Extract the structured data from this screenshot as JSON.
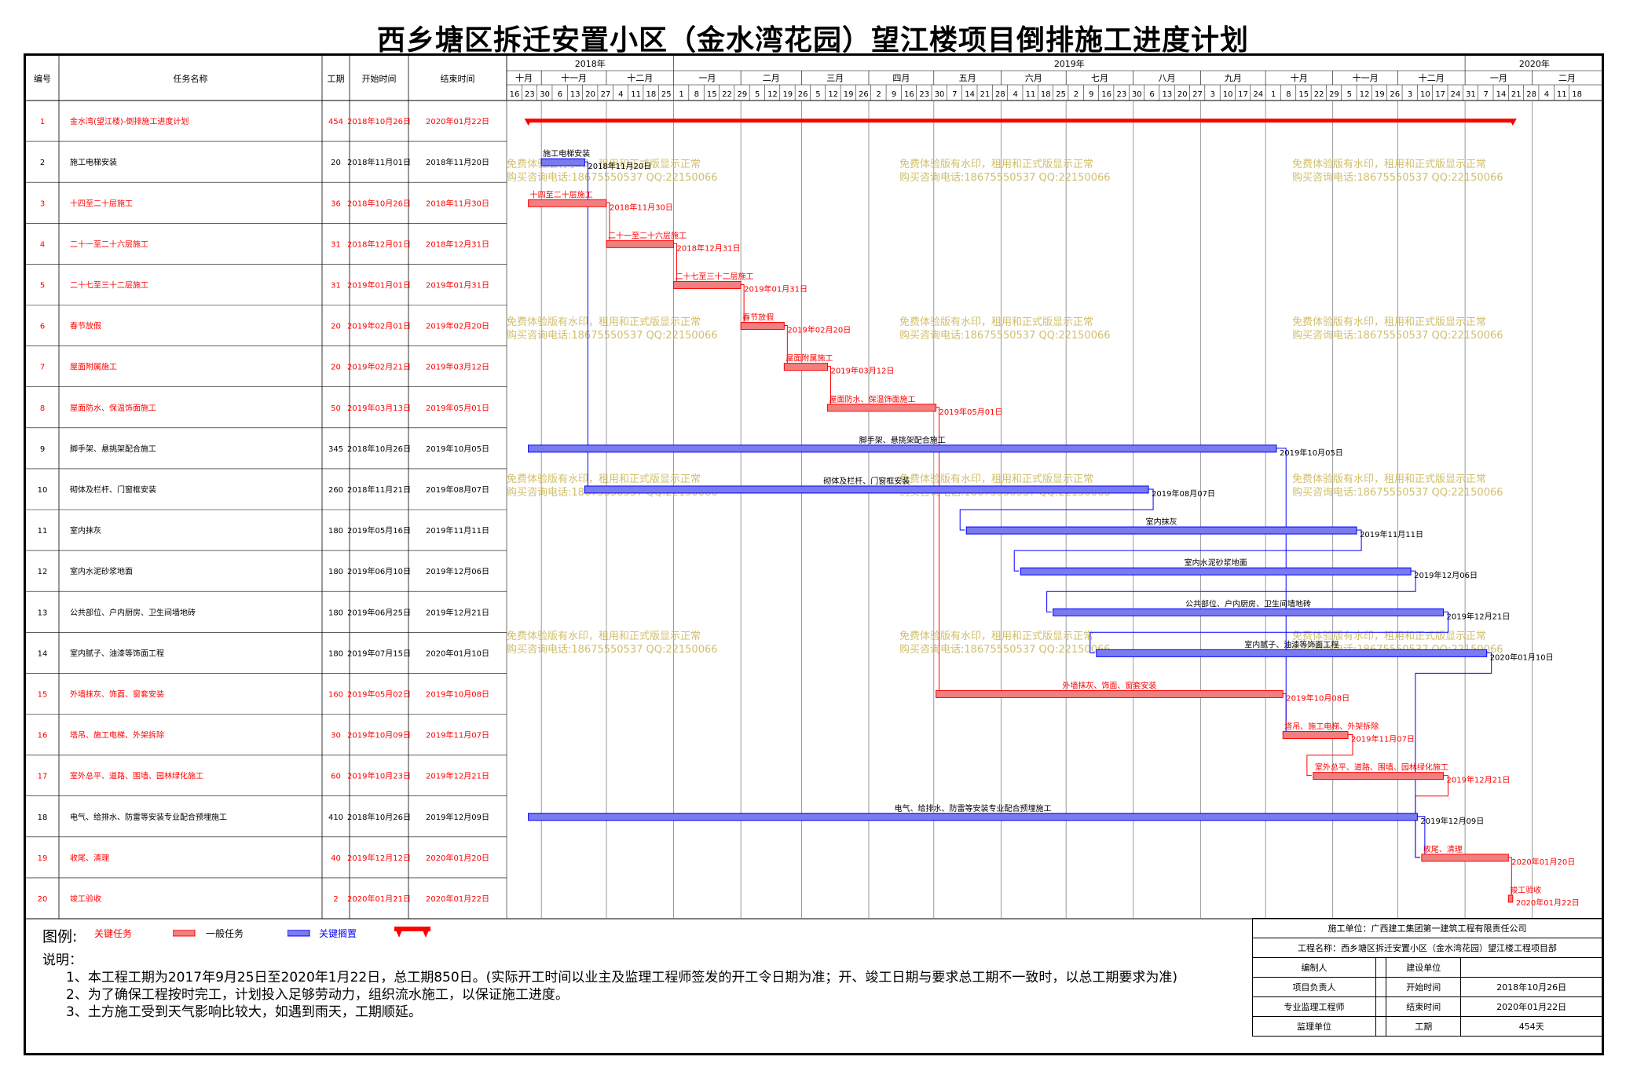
{
  "title": "西乡塘区拆迁安置小区（金水湾花园）望江楼项目倒排施工进度计划",
  "chart_data": {
    "type": "gantt",
    "columns": {
      "id": "编号",
      "name": "任务名称",
      "duration": "工期",
      "start": "开始时间",
      "end": "结束时间"
    },
    "timeline": {
      "start": "2018-10-16",
      "end": "2020-03-04",
      "years": [
        {
          "label": "2018年",
          "from": "2018-10-16",
          "to": "2018-12-31"
        },
        {
          "label": "2019年",
          "from": "2019-01-01",
          "to": "2019-12-31"
        },
        {
          "label": "2020年",
          "from": "2020-01-01",
          "to": "2020-03-04"
        }
      ],
      "months": [
        {
          "label": "十月",
          "from": "2018-10-16",
          "to": "2018-10-31"
        },
        {
          "label": "十一月",
          "from": "2018-11-01",
          "to": "2018-11-30"
        },
        {
          "label": "十二月",
          "from": "2018-12-01",
          "to": "2018-12-31"
        },
        {
          "label": "一月",
          "from": "2019-01-01",
          "to": "2019-01-31"
        },
        {
          "label": "二月",
          "from": "2019-02-01",
          "to": "2019-02-28"
        },
        {
          "label": "三月",
          "from": "2019-03-01",
          "to": "2019-03-31"
        },
        {
          "label": "四月",
          "from": "2019-04-01",
          "to": "2019-04-30"
        },
        {
          "label": "五月",
          "from": "2019-05-01",
          "to": "2019-05-31"
        },
        {
          "label": "六月",
          "from": "2019-06-01",
          "to": "2019-06-30"
        },
        {
          "label": "七月",
          "from": "2019-07-01",
          "to": "2019-07-31"
        },
        {
          "label": "八月",
          "from": "2019-08-01",
          "to": "2019-08-31"
        },
        {
          "label": "九月",
          "from": "2019-09-01",
          "to": "2019-09-30"
        },
        {
          "label": "十月",
          "from": "2019-10-01",
          "to": "2019-10-31"
        },
        {
          "label": "十一月",
          "from": "2019-11-01",
          "to": "2019-11-30"
        },
        {
          "label": "十二月",
          "from": "2019-12-01",
          "to": "2019-12-31"
        },
        {
          "label": "一月",
          "from": "2020-01-01",
          "to": "2020-01-31"
        },
        {
          "label": "二月",
          "from": "2020-02-01",
          "to": "2020-03-04"
        }
      ],
      "weeks": [
        "2018-10-16",
        "2018-10-23",
        "2018-10-30",
        "2018-11-06",
        "2018-11-13",
        "2018-11-20",
        "2018-11-27",
        "2018-12-04",
        "2018-12-11",
        "2018-12-18",
        "2018-12-25",
        "2019-01-01",
        "2019-01-08",
        "2019-01-15",
        "2019-01-22",
        "2019-01-29",
        "2019-02-05",
        "2019-02-12",
        "2019-02-19",
        "2019-02-26",
        "2019-03-05",
        "2019-03-12",
        "2019-03-19",
        "2019-03-26",
        "2019-04-02",
        "2019-04-09",
        "2019-04-16",
        "2019-04-23",
        "2019-04-30",
        "2019-05-07",
        "2019-05-14",
        "2019-05-21",
        "2019-05-28",
        "2019-06-04",
        "2019-06-11",
        "2019-06-18",
        "2019-06-25",
        "2019-07-02",
        "2019-07-09",
        "2019-07-16",
        "2019-07-23",
        "2019-07-30",
        "2019-08-06",
        "2019-08-13",
        "2019-08-20",
        "2019-08-27",
        "2019-09-03",
        "2019-09-10",
        "2019-09-17",
        "2019-09-24",
        "2019-10-01",
        "2019-10-08",
        "2019-10-15",
        "2019-10-22",
        "2019-10-29",
        "2019-11-05",
        "2019-11-12",
        "2019-11-19",
        "2019-11-26",
        "2019-12-03",
        "2019-12-10",
        "2019-12-17",
        "2019-12-24",
        "2019-12-31",
        "2020-01-07",
        "2020-01-14",
        "2020-01-21",
        "2020-01-28",
        "2020-02-04",
        "2020-02-11",
        "2020-02-18"
      ]
    },
    "tasks": [
      {
        "id": "1",
        "name": "金水湾(望江楼)-倒排施工进度计划",
        "duration": "454",
        "start": "2018年10月26日",
        "end": "2020年01月22日",
        "s": "2018-10-26",
        "e": "2020-01-22",
        "kind": "summary",
        "critical": true,
        "bar_label": "",
        "end_label": ""
      },
      {
        "id": "2",
        "name": "施工电梯安装",
        "duration": "20",
        "start": "2018年11月01日",
        "end": "2018年11月20日",
        "s": "2018-11-01",
        "e": "2018-11-20",
        "kind": "task",
        "critical": false,
        "bar_label": "施工电梯安装",
        "end_label": "2018年11月20日"
      },
      {
        "id": "3",
        "name": "十四至二十层施工",
        "duration": "36",
        "start": "2018年10月26日",
        "end": "2018年11月30日",
        "s": "2018-10-26",
        "e": "2018-11-30",
        "kind": "task",
        "critical": true,
        "bar_label": "十四至二十层施工",
        "end_label": "2018年11月30日"
      },
      {
        "id": "4",
        "name": "二十一至二十六层施工",
        "duration": "31",
        "start": "2018年12月01日",
        "end": "2018年12月31日",
        "s": "2018-12-01",
        "e": "2018-12-31",
        "kind": "task",
        "critical": true,
        "bar_label": "二十一至二十六层施工",
        "end_label": "2018年12月31日"
      },
      {
        "id": "5",
        "name": "二十七至三十二层施工",
        "duration": "31",
        "start": "2019年01月01日",
        "end": "2019年01月31日",
        "s": "2019-01-01",
        "e": "2019-01-31",
        "kind": "task",
        "critical": true,
        "bar_label": "二十七至三十二层施工",
        "end_label": "2019年01月31日"
      },
      {
        "id": "6",
        "name": "春节放假",
        "duration": "20",
        "start": "2019年02月01日",
        "end": "2019年02月20日",
        "s": "2019-02-01",
        "e": "2019-02-20",
        "kind": "task",
        "critical": true,
        "bar_label": "春节放假",
        "end_label": "2019年02月20日"
      },
      {
        "id": "7",
        "name": "屋面附属施工",
        "duration": "20",
        "start": "2019年02月21日",
        "end": "2019年03月12日",
        "s": "2019-02-21",
        "e": "2019-03-12",
        "kind": "task",
        "critical": true,
        "bar_label": "屋面附属施工",
        "end_label": "2019年03月12日"
      },
      {
        "id": "8",
        "name": "屋面防水、保温饰面施工",
        "duration": "50",
        "start": "2019年03月13日",
        "end": "2019年05月01日",
        "s": "2019-03-13",
        "e": "2019-05-01",
        "kind": "task",
        "critical": true,
        "bar_label": "屋面防水、保温饰面施工",
        "end_label": "2019年05月01日"
      },
      {
        "id": "9",
        "name": "脚手架、悬挑架配合施工",
        "duration": "345",
        "start": "2018年10月26日",
        "end": "2019年10月05日",
        "s": "2018-10-26",
        "e": "2019-10-05",
        "kind": "task",
        "critical": false,
        "bar_label": "脚手架、悬挑架配合施工",
        "end_label": "2019年10月05日"
      },
      {
        "id": "10",
        "name": "砌体及栏杆、门窗框安装",
        "duration": "260",
        "start": "2018年11月21日",
        "end": "2019年08月07日",
        "s": "2018-11-21",
        "e": "2019-08-07",
        "kind": "task",
        "critical": false,
        "bar_label": "砌体及栏杆、门窗框安装",
        "end_label": "2019年08月07日"
      },
      {
        "id": "11",
        "name": "室内抹灰",
        "duration": "180",
        "start": "2019年05月16日",
        "end": "2019年11月11日",
        "s": "2019-05-16",
        "e": "2019-11-11",
        "kind": "task",
        "critical": false,
        "bar_label": "室内抹灰",
        "end_label": "2019年11月11日"
      },
      {
        "id": "12",
        "name": "室内水泥砂浆地面",
        "duration": "180",
        "start": "2019年06月10日",
        "end": "2019年12月06日",
        "s": "2019-06-10",
        "e": "2019-12-06",
        "kind": "task",
        "critical": false,
        "bar_label": "室内水泥砂浆地面",
        "end_label": "2019年12月06日"
      },
      {
        "id": "13",
        "name": "公共部位、户内厨房、卫生间墙地砖",
        "duration": "180",
        "start": "2019年06月25日",
        "end": "2019年12月21日",
        "s": "2019-06-25",
        "e": "2019-12-21",
        "kind": "task",
        "critical": false,
        "bar_label": "公共部位、户内厨房、卫生间墙地砖",
        "end_label": "2019年12月21日"
      },
      {
        "id": "14",
        "name": "室内腻子、油漆等饰面工程",
        "duration": "180",
        "start": "2019年07月15日",
        "end": "2020年01月10日",
        "s": "2019-07-15",
        "e": "2020-01-10",
        "kind": "task",
        "critical": false,
        "bar_label": "室内腻子、油漆等饰面工程",
        "end_label": "2020年01月10日"
      },
      {
        "id": "15",
        "name": "外墙抹灰、饰面、窗套安装",
        "duration": "160",
        "start": "2019年05月02日",
        "end": "2019年10月08日",
        "s": "2019-05-02",
        "e": "2019-10-08",
        "kind": "task",
        "critical": true,
        "bar_label": "外墙抹灰、饰面、窗套安装",
        "end_label": "2019年10月08日"
      },
      {
        "id": "16",
        "name": "塔吊、施工电梯、外架拆除",
        "duration": "30",
        "start": "2019年10月09日",
        "end": "2019年11月07日",
        "s": "2019-10-09",
        "e": "2019-11-07",
        "kind": "task",
        "critical": true,
        "bar_label": "塔吊、施工电梯、外架拆除",
        "end_label": "2019年11月07日"
      },
      {
        "id": "17",
        "name": "室外总平、道路、围墙、园林绿化施工",
        "duration": "60",
        "start": "2019年10月23日",
        "end": "2019年12月21日",
        "s": "2019-10-23",
        "e": "2019-12-21",
        "kind": "task",
        "critical": true,
        "bar_label": "室外总平、道路、围墙、园林绿化施工",
        "end_label": "2019年12月21日"
      },
      {
        "id": "18",
        "name": "电气、给排水、防雷等安装专业配合预埋施工",
        "duration": "410",
        "start": "2018年10月26日",
        "end": "2019年12月09日",
        "s": "2018-10-26",
        "e": "2019-12-09",
        "kind": "task",
        "critical": false,
        "bar_label": "电气、给排水、防雷等安装专业配合预埋施工",
        "end_label": "2019年12月09日"
      },
      {
        "id": "19",
        "name": "收尾、清理",
        "duration": "40",
        "start": "2019年12月12日",
        "end": "2020年01月20日",
        "s": "2019-12-12",
        "e": "2020-01-20",
        "kind": "task",
        "critical": true,
        "bar_label": "收尾、清理",
        "end_label": "2020年01月20日"
      },
      {
        "id": "20",
        "name": "竣工验收",
        "duration": "2",
        "start": "2020年01月21日",
        "end": "2020年01月22日",
        "s": "2020-01-21",
        "e": "2020-01-22",
        "kind": "task",
        "critical": true,
        "bar_label": "竣工验收",
        "end_label": "2020年01月22日"
      }
    ],
    "links": [
      [
        "3",
        "4"
      ],
      [
        "4",
        "5"
      ],
      [
        "5",
        "6"
      ],
      [
        "6",
        "7"
      ],
      [
        "7",
        "8"
      ],
      [
        "8",
        "15"
      ],
      [
        "15",
        "16"
      ],
      [
        "16",
        "17"
      ],
      [
        "17",
        "19"
      ],
      [
        "19",
        "20"
      ],
      [
        "2",
        "10"
      ],
      [
        "10",
        "11"
      ],
      [
        "11",
        "12"
      ],
      [
        "12",
        "13"
      ],
      [
        "13",
        "14"
      ],
      [
        "14",
        "19"
      ],
      [
        "9",
        "16"
      ],
      [
        "18",
        "19"
      ]
    ],
    "watermark": {
      "line1": "免费体验版有水印，租用和正式版显示正常",
      "line2": "购买咨询电话:18675550537 QQ:22150066"
    },
    "colors": {
      "critical": "#ff0000",
      "critical_fill": "#f08080",
      "normal": "#0000ff",
      "normal_fill": "#7b7bf0",
      "watermark": "#c8b450"
    }
  },
  "legend": {
    "title": "图例:",
    "items": [
      "关键任务",
      "一般任务",
      "关键搁置"
    ]
  },
  "notes": {
    "title": "说明：",
    "lines": [
      "1、本工程工期为2017年9月25日至2020年1月22日，总工期850日。(实际开工时间以业主及监理工程师签发的开工令日期为准；开、竣工日期与要求总工期不一致时，以总工期要求为准)",
      "2、为了确保工程按时完工，计划投入足够劳动力，组织流水施工，以保证施工进度。",
      "3、土方施工受到天气影响比较大，如遇到雨天，工期顺延。"
    ]
  },
  "info": {
    "construction_unit": "施工单位：广西建工集团第一建筑工程有限责任公司",
    "project_name": "工程名称：西乡塘区拆迁安置小区（金水湾花园）望江楼工程项目部",
    "rows": [
      [
        "编制人",
        "",
        "建设单位",
        ""
      ],
      [
        "项目负责人",
        "",
        "开始时间",
        "2018年10月26日"
      ],
      [
        "专业监理工程师",
        "",
        "结束时间",
        "2020年01月22日"
      ],
      [
        "监理单位",
        "",
        "工期",
        "454天"
      ]
    ]
  }
}
